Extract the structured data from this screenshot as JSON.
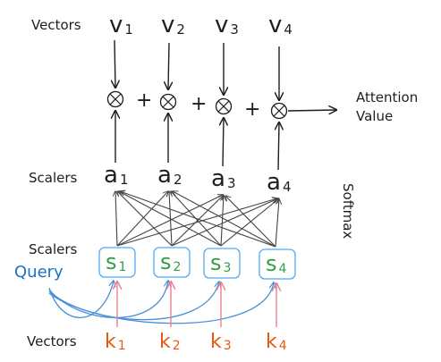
{
  "labels": {
    "vectors_top": "Vectors",
    "scalers_a": "Scalers",
    "scalers_s": "Scalers",
    "vectors_bottom": "Vectors",
    "query": "Query",
    "softmax": "Softmax",
    "attention_line1": "Attention",
    "attention_line2": "Value"
  },
  "operators": {
    "multiply_symbol": "⊗",
    "plus_symbol": "+"
  },
  "v_vectors": [
    {
      "base": "v",
      "sub": "1"
    },
    {
      "base": "v",
      "sub": "2"
    },
    {
      "base": "v",
      "sub": "3"
    },
    {
      "base": "v",
      "sub": "4"
    }
  ],
  "a_scalers": [
    {
      "base": "a",
      "sub": "1"
    },
    {
      "base": "a",
      "sub": "2"
    },
    {
      "base": "a",
      "sub": "3"
    },
    {
      "base": "a",
      "sub": "4"
    }
  ],
  "s_scalers": [
    {
      "base": "s",
      "sub": "1"
    },
    {
      "base": "s",
      "sub": "2"
    },
    {
      "base": "s",
      "sub": "3"
    },
    {
      "base": "s",
      "sub": "4"
    }
  ],
  "k_vectors": [
    {
      "base": "k",
      "sub": "1"
    },
    {
      "base": "k",
      "sub": "2"
    },
    {
      "base": "k",
      "sub": "3"
    },
    {
      "base": "k",
      "sub": "4"
    }
  ],
  "colors": {
    "ink": "#1e1e1e",
    "query_blue": "#1971c2",
    "curve_blue": "#4a90d9",
    "s_green": "#2f9e44",
    "k_orange": "#e8590c",
    "k_arrow": "#e8838f",
    "box_border": "#4dabf7"
  }
}
